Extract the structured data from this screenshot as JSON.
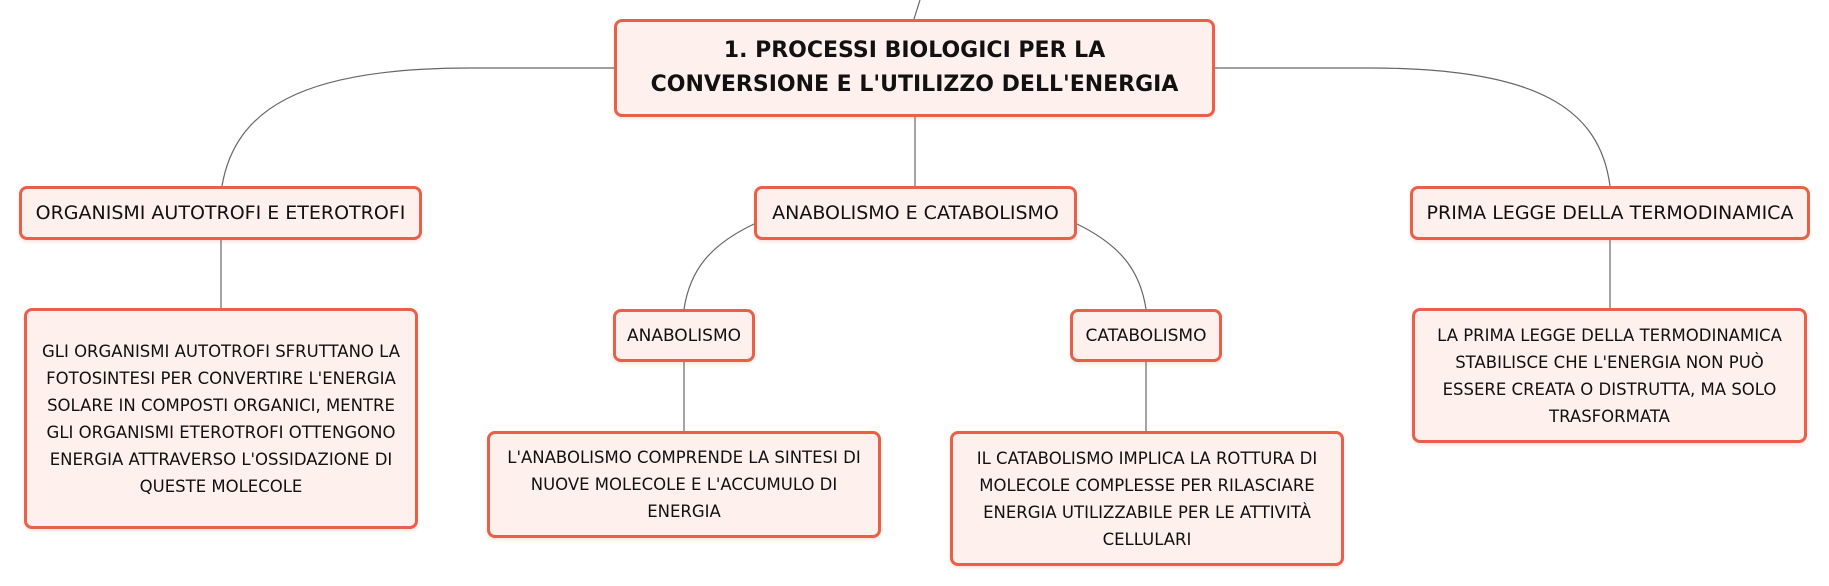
{
  "diagram": {
    "root": {
      "label": "1. PROCESSI BIOLOGICI PER LA CONVERSIONE E L'UTILIZZO DELL'ENERGIA"
    },
    "branches": {
      "autotrofi": {
        "label": "ORGANISMI AUTOTROFI E ETEROTROFI",
        "detail": "GLI ORGANISMI AUTOTROFI SFRUTTANO LA FOTOSINTESI PER CONVERTIRE L'ENERGIA SOLARE IN COMPOSTI ORGANICI, MENTRE GLI ORGANISMI ETEROTROFI OTTENGONO ENERGIA ATTRAVERSO L'OSSIDAZIONE DI QUESTE MOLECOLE"
      },
      "metabolismo": {
        "label": "ANABOLISMO E CATABOLISMO",
        "anabolismo": {
          "label": "ANABOLISMO",
          "detail": "L'ANABOLISMO COMPRENDE LA SINTESI DI NUOVE MOLECOLE E L'ACCUMULO DI ENERGIA"
        },
        "catabolismo": {
          "label": "CATABOLISMO",
          "detail": "IL CATABOLISMO IMPLICA LA ROTTURA DI MOLECOLE COMPLESSE PER RILASCIARE ENERGIA UTILIZZABILE PER LE ATTIVITÀ CELLULARI"
        }
      },
      "termodinamica": {
        "label": "PRIMA LEGGE DELLA TERMODINAMICA",
        "detail": "LA PRIMA LEGGE DELLA TERMODINAMICA STABILISCE CHE L'ENERGIA NON PUÒ ESSERE CREATA O DISTRUTTA, MA SOLO TRASFORMATA"
      }
    }
  },
  "colors": {
    "node_border": "#e8604a",
    "node_fill": "#fdf0ed",
    "connector": "#666666",
    "text": "#111111"
  }
}
